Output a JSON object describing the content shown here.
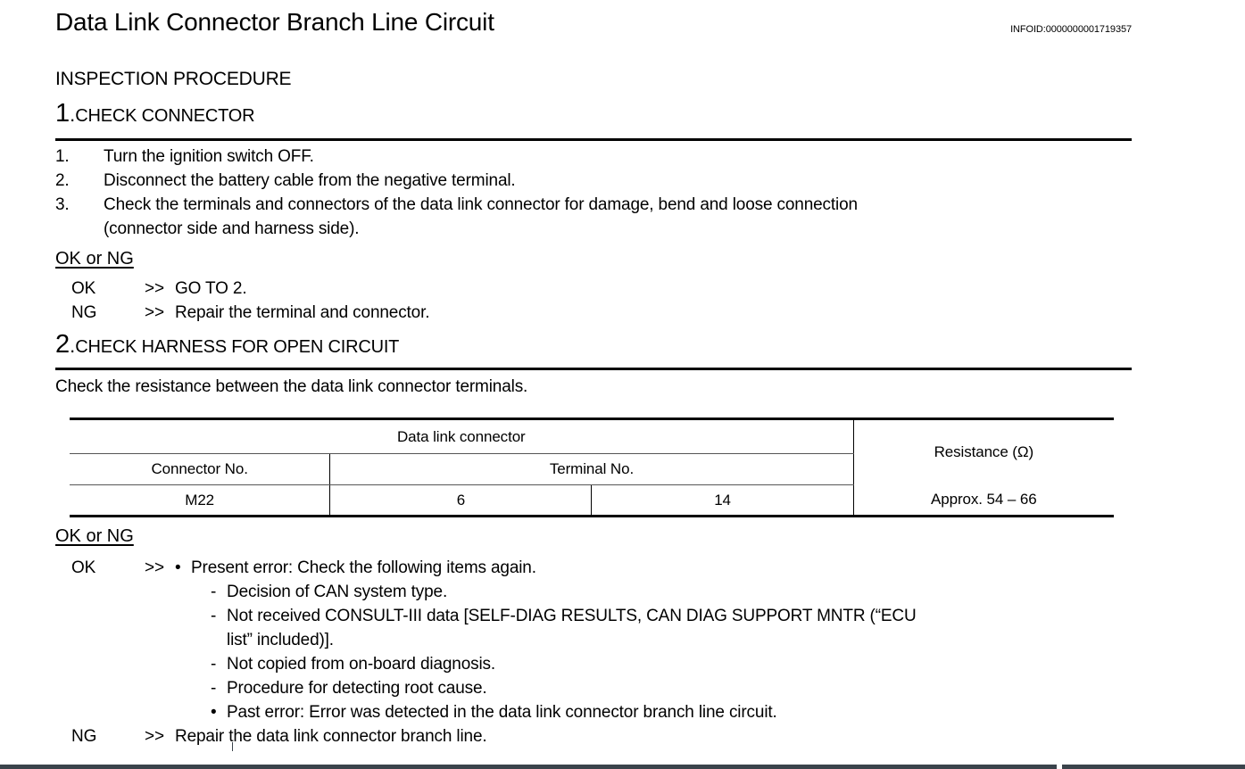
{
  "document": {
    "title": "Data Link Connector Branch Line Circuit",
    "infoid": "INFOID:0000000001719357"
  },
  "inspection": {
    "heading": "INSPECTION PROCEDURE"
  },
  "step1": {
    "number": "1",
    "dot": ".",
    "title": "CHECK CONNECTOR",
    "items": [
      {
        "num": "1.",
        "text": "Turn the ignition switch OFF."
      },
      {
        "num": "2.",
        "text": "Disconnect the battery cable from the negative terminal."
      },
      {
        "num": "3.",
        "text": "Check the terminals and connectors of the data link connector for damage, bend and loose connection",
        "cont": "(connector side and harness side)."
      }
    ],
    "result_label": "OK or NG",
    "results": [
      {
        "tag": "OK",
        "arrow": ">>",
        "text": "GO TO 2."
      },
      {
        "tag": "NG",
        "arrow": ">>",
        "text": "Repair the terminal and connector."
      }
    ]
  },
  "step2": {
    "number": "2",
    "dot": ".",
    "title": "CHECK HARNESS FOR OPEN CIRCUIT",
    "intro": "Check the resistance between the data link connector terminals.",
    "table": {
      "group_header": "Data link connector",
      "resistance_header": "Resistance (Ω)",
      "sub_headers": [
        "Connector No.",
        "Terminal No."
      ],
      "row": {
        "connector_no": "M22",
        "terminal_a": "6",
        "terminal_b": "14",
        "resistance": "Approx. 54 – 66"
      }
    },
    "result_label": "OK or NG",
    "ok": {
      "tag": "OK",
      "arrow": ">>",
      "bullet": "•",
      "first": "Present error: Check the following items again.",
      "sub_items": [
        {
          "mark": "-",
          "text": "Decision of CAN system type."
        },
        {
          "mark": "-",
          "text": "Not received CONSULT-III data [SELF-DIAG RESULTS, CAN DIAG SUPPORT MNTR (“ECU",
          "cont": "list” included)]."
        },
        {
          "mark": "-",
          "text": "Not copied from on-board diagnosis."
        },
        {
          "mark": "-",
          "text": "Procedure for detecting root cause."
        }
      ],
      "last_bullet": {
        "mark": "•",
        "text": "Past error: Error was detected in the data link connector branch line circuit."
      }
    },
    "ng": {
      "tag": "NG",
      "arrow": ">>",
      "text": "Repair the data link connector branch line."
    }
  }
}
